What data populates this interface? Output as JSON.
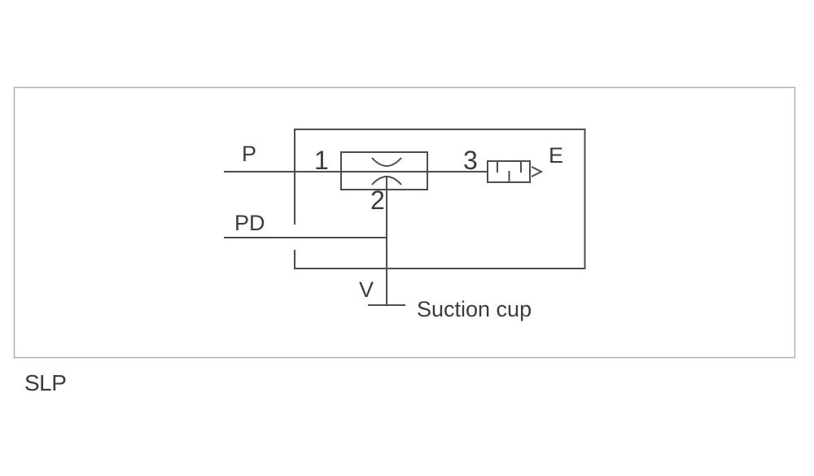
{
  "colors": {
    "line": "#4d4d4d",
    "frame_border": "#b0b0b0",
    "text": "#3b3b3b",
    "background": "#ffffff"
  },
  "figure": {
    "caption": "SLP",
    "annotation": "Suction cup",
    "port_labels": {
      "supply": "P",
      "pilot": "PD",
      "port1": "1",
      "port2": "2",
      "port3": "3",
      "exhaust": "E",
      "vacuum": "V"
    },
    "icons": [
      "venturi-nozzle-icon",
      "exhaust-silencer-icon",
      "exhaust-arrow-icon",
      "suction-cup-port-icon"
    ]
  }
}
